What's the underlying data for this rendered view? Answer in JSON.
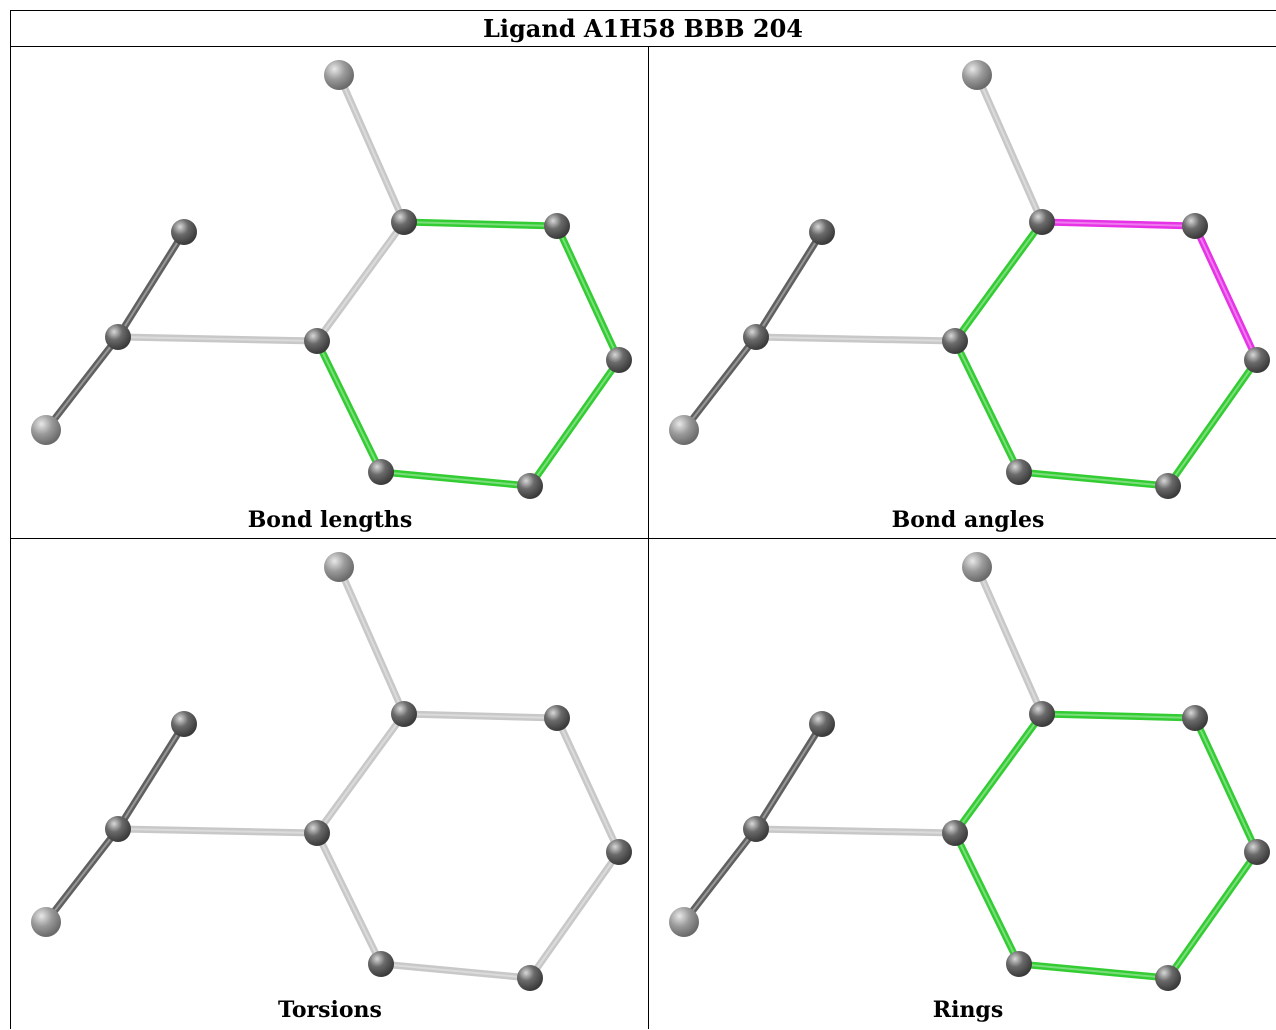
{
  "title": "Ligand A1H58 BBB 204",
  "colors": {
    "green": "#33cc33",
    "magenta": "#e633e6",
    "gray_bond": "#c8c8c8",
    "dark_bond": "#606060",
    "atom_dark": "#6a6a6a",
    "atom_light": "#9a9a9a"
  },
  "panels": [
    {
      "caption": "Bond lengths",
      "highlight": {
        "mc-a1": "green",
        "a1-a2": "green",
        "a2-a3": "green",
        "a3-a4": "green",
        "a4-a5": "green",
        "a5-a6": "green"
      }
    },
    {
      "caption": "Bond angles",
      "highlight": {
        "mc-a1": "green",
        "a1-a2": "magenta",
        "a2-a3": "magenta",
        "a3-a4": "green",
        "a4-a5": "green",
        "a5-a6": "green",
        "a6-a1": "green"
      }
    },
    {
      "caption": "Torsions",
      "highlight": {}
    },
    {
      "caption": "Rings",
      "highlight": {
        "a1-a2": "green",
        "a2-a3": "green",
        "a3-a4": "green",
        "a4-a5": "green",
        "a5-a6": "green",
        "a6-a1": "green"
      }
    }
  ]
}
